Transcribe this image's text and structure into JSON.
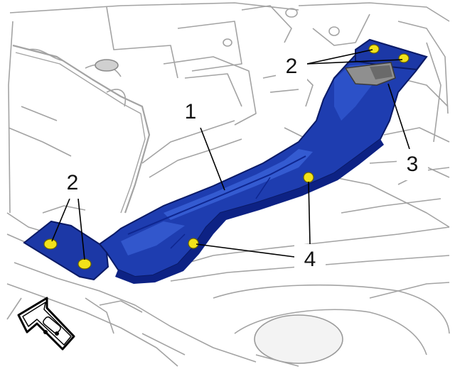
{
  "callouts": {
    "c1": "1",
    "c2a": "2",
    "c3": "3",
    "c2b": "2",
    "c4": "4"
  },
  "colors": {
    "part_fill": "#1f3fae",
    "part_dark": "#0b1f7a",
    "part_light": "#3f68e0",
    "fastener": "#f2e21a",
    "line_art": "#9a9a9a",
    "background": "#ffffff"
  },
  "icons": [
    "front-of-vehicle-arrow-icon"
  ]
}
